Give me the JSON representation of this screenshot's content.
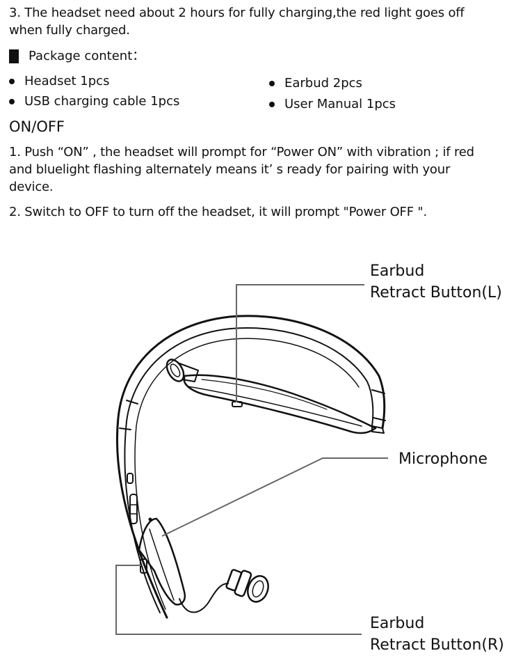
{
  "charging_note": "3. The headset need about 2 hours for fully charging,the red light goes off when fully charged.",
  "package": {
    "heading": "Package content：",
    "items": [
      "Headset 1pcs",
      "USB charging cable 1pcs",
      "Earbud 2pcs",
      "User Manual 1pcs"
    ]
  },
  "onoff": {
    "title": "ON/OFF",
    "step1": "1. Push “ON” , the headset will prompt for “Power ON” with vibration ; if red and bluelight flashing alternately means it’ s ready for pairing with your device.",
    "step2": "2. Switch to OFF to turn off the headset, it will prompt \"Power OFF \"."
  },
  "diagram": {
    "label_left_line1": "Earbud",
    "label_left_line2": "Retract Button(L)",
    "label_mic": "Microphone",
    "label_right_line1": "Earbud",
    "label_right_line2": "Retract Button(R)"
  }
}
